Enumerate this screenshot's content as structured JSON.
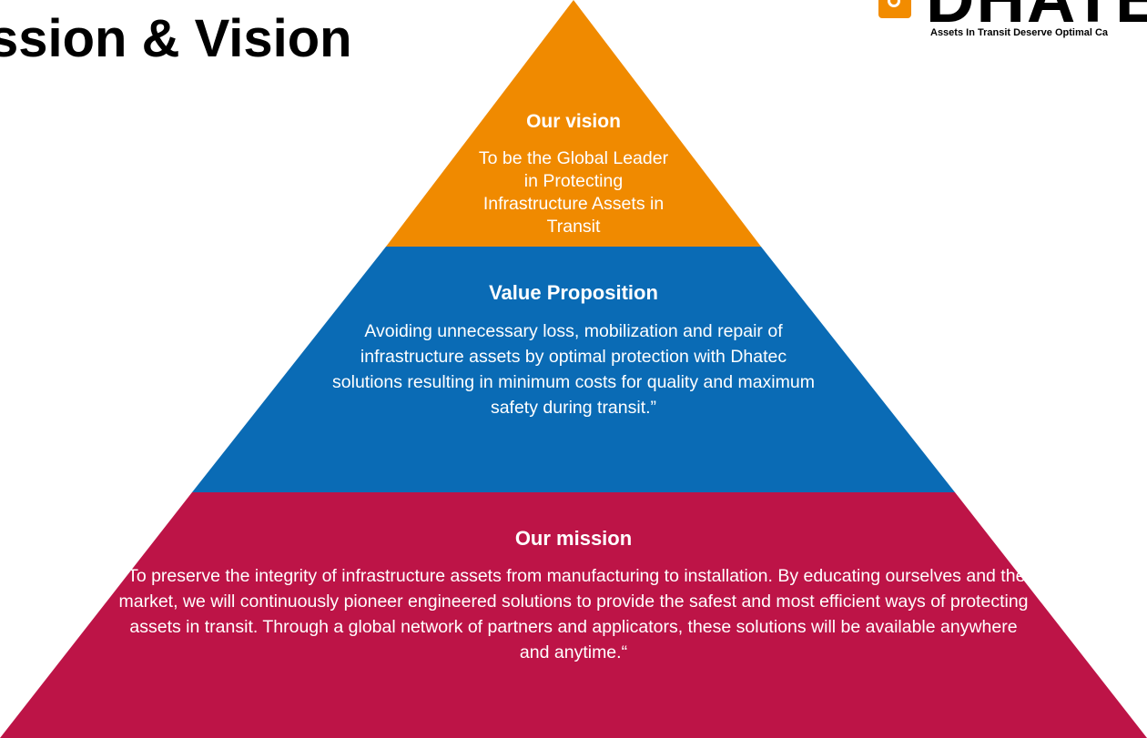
{
  "page": {
    "title": "ssion & Vision"
  },
  "logo": {
    "wordmark": "DHATE",
    "tagline": "Assets In Transit Deserve Optimal Ca"
  },
  "pyramid": {
    "colors": {
      "vision": "#f08a00",
      "value": "#0a6bb5",
      "mission": "#bd1447"
    },
    "vision": {
      "heading": "Our vision",
      "text": "To be the Global Leader in Protecting Infrastructure Assets in Transit"
    },
    "value": {
      "heading": "Value Proposition",
      "text": "Avoiding unnecessary loss, mobilization and repair of infrastructure assets by optimal protection with Dhatec solutions resulting in minimum costs for quality and maximum safety during transit.”"
    },
    "mission": {
      "heading": "Our mission",
      "text": "“To preserve the integrity of infrastructure assets from manufacturing to installation. By educating ourselves and the market, we will continuously pioneer engineered solutions to provide the safest and most efficient ways of protecting assets in transit. Through a global network of partners and applicators, these solutions will be available anywhere and anytime.“"
    }
  }
}
